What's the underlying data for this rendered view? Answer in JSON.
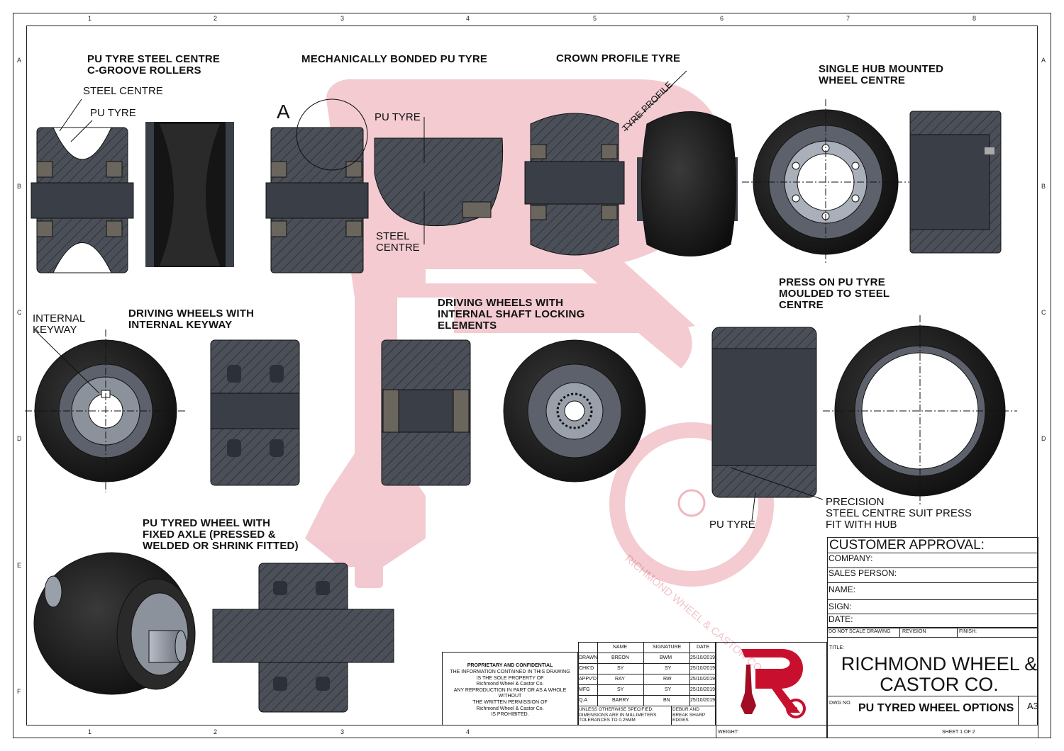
{
  "zones": {
    "columns": [
      "1",
      "2",
      "3",
      "4",
      "5",
      "6",
      "7",
      "8"
    ],
    "rows": [
      "A",
      "B",
      "C",
      "D",
      "E",
      "F"
    ]
  },
  "sections": {
    "c_groove": "PU TYRE STEEL CENTRE\nC-GROOVE ROLLERS",
    "bonded": "MECHANICALLY BONDED PU TYRE",
    "crown": "CROWN PROFILE TYRE",
    "single_hub": "SINGLE HUB MOUNTED\nWHEEL CENTRE",
    "press_on": "PRESS ON PU TYRE\nMOULDED TO STEEL\nCENTRE",
    "keyway": "DRIVING WHEELS WITH\nINTERNAL KEYWAY",
    "shaft_locking": "DRIVING WHEELS WITH\nINTERNAL SHAFT LOCKING\nELEMENTS",
    "fixed_axle": "PU TYRED WHEEL WITH\nFIXED AXLE (PRESSED &\nWELDED OR SHRINK FITTED)"
  },
  "callouts": {
    "steel_centre": "STEEL CENTRE",
    "pu_tyre_1": "PU TYRE",
    "detail_a": "A",
    "pu_tyre_2": "PU TYRE",
    "steel_centre_2": "STEEL\nCENTRE",
    "tyre_profile": "TYRE PROFILE",
    "internal_keyway": "INTERNAL\nKEYWAY",
    "precision": "PRECISION\nSTEEL CENTRE SUIT PRESS\nFIT WITH HUB",
    "pu_tyre_3": "PU TYRE"
  },
  "approval": {
    "heading": "CUSTOMER APPROVAL:",
    "company": "COMPANY:",
    "sales_person": "SALES PERSON:",
    "name": "NAME:",
    "sign": "SIGN:",
    "date": "DATE:"
  },
  "notice": {
    "heading": "PROPRIETARY AND CONFIDENTIAL",
    "lines": "THE INFORMATION CONTAINED IN THIS DRAWING\nIS THE SOLE PROPERTY OF\nRichmond Wheel & Castor Co.\nANY REPRODUCTION IN PART OR AS A WHOLE WITHOUT\nTHE WRITTEN PERMISSION OF\nRichmond Wheel & Castor Co.\nIS PROHIBITED."
  },
  "signoff": {
    "headers": [
      "NAME",
      "SIGNATURE",
      "DATE"
    ],
    "rows": [
      {
        "role": "DRAWN",
        "name": "BREON",
        "sig": "BWM",
        "date": "25/10/2019"
      },
      {
        "role": "CHK'D",
        "name": "SY",
        "sig": "SY",
        "date": "25/10/2019"
      },
      {
        "role": "APPV'D",
        "name": "RAY",
        "sig": "RW",
        "date": "25/10/2019"
      },
      {
        "role": "MFG",
        "name": "SY",
        "sig": "SY",
        "date": "25/10/2019"
      },
      {
        "role": "Q.A",
        "name": "BARRY",
        "sig": "BN",
        "date": "25/10/2019"
      }
    ],
    "tolerance": "UNLESS OTHERWISE SPECIFIED:\nDIMENSIONS ARE IN MILLIMETERS\nTOLERANCES TO 0.25MM",
    "deburr": "DEBUR AND\nBREAK SHARP\nEDGES"
  },
  "title_block": {
    "no_scale": "DO NOT SCALE DRAWING",
    "revision": "REVISION",
    "finish": "FINISH:",
    "title_label": "TITLE:",
    "company": "RICHMOND WHEEL &\nCASTOR CO.",
    "dwg_label": "DWG NO.",
    "dwg_title": "PU TYRED WHEEL OPTIONS",
    "size": "A3",
    "weight": "WEIGHT:",
    "sheet": "SHEET 1 OF 2"
  },
  "watermark_text": "RICHMOND WHEEL & CASTOR CO.",
  "colors": {
    "tyre": "#1a1a1a",
    "steel": "#4a4f58",
    "hatch": "#3b3f47",
    "brand": "#c8102e"
  }
}
